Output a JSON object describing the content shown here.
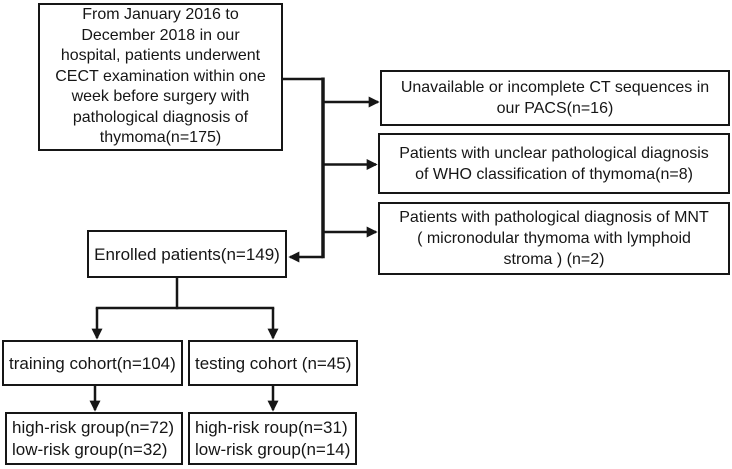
{
  "theme": {
    "line": "#161616",
    "text": "#161616",
    "background": "#ffffff"
  },
  "figure": {
    "type": "flowchart",
    "boxes": {
      "source": {
        "lines": [
          "From January 2016 to",
          "December 2018 in our",
          "hospital, patients underwent",
          "CECT examination within one",
          "week before surgery with",
          "pathological diagnosis of",
          "thymoma(n=175)"
        ]
      },
      "exclusion1": {
        "lines": [
          "Unavailable or incomplete CT sequences in",
          "our PACS(n=16)"
        ]
      },
      "exclusion2": {
        "lines": [
          "Patients with unclear pathological diagnosis",
          "of WHO classification of thymoma(n=8)"
        ]
      },
      "exclusion3": {
        "lines": [
          "Patients with pathological diagnosis of MNT",
          "( micronodular thymoma with lymphoid",
          "stroma ) (n=2)"
        ]
      },
      "enrolled": {
        "label": "Enrolled patients(n=149)"
      },
      "training": {
        "label": "training cohort(n=104)"
      },
      "testing": {
        "label": "testing cohort (n=45)"
      },
      "training_groups": {
        "lines": [
          "high-risk group(n=72)",
          "low-risk group(n=32)"
        ]
      },
      "testing_groups": {
        "lines": [
          "high-risk roup(n=31)",
          "low-risk group(n=14)"
        ]
      }
    }
  }
}
